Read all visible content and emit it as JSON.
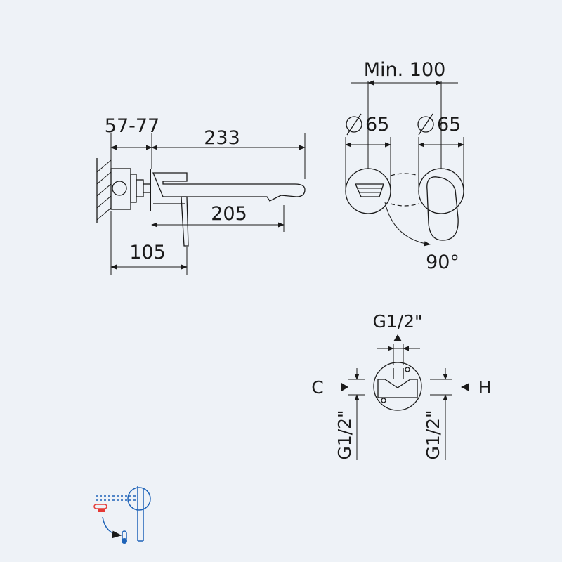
{
  "side_view": {
    "dim_wall_depth": "57-77",
    "dim_total_length": "233",
    "dim_spout_reach": "205",
    "dim_plate_depth": "105"
  },
  "front_view": {
    "dim_min_spacing": "Min. 100",
    "dim_diameter_left": "65",
    "dim_diameter_right": "65",
    "rotation_angle": "90°"
  },
  "connection_view": {
    "top_thread": "G1/2\"",
    "left_thread": "G1/2\"",
    "right_thread": "G1/2\"",
    "cold_label": "C",
    "hot_label": "H"
  },
  "colors": {
    "line": "#1a1a1a",
    "background": "#eef2f7",
    "hot_accent": "#e53935",
    "cold_accent": "#1e63b8"
  },
  "icons": [
    "diameter-icon",
    "lever-rotation-icon",
    "temperature-icon"
  ]
}
